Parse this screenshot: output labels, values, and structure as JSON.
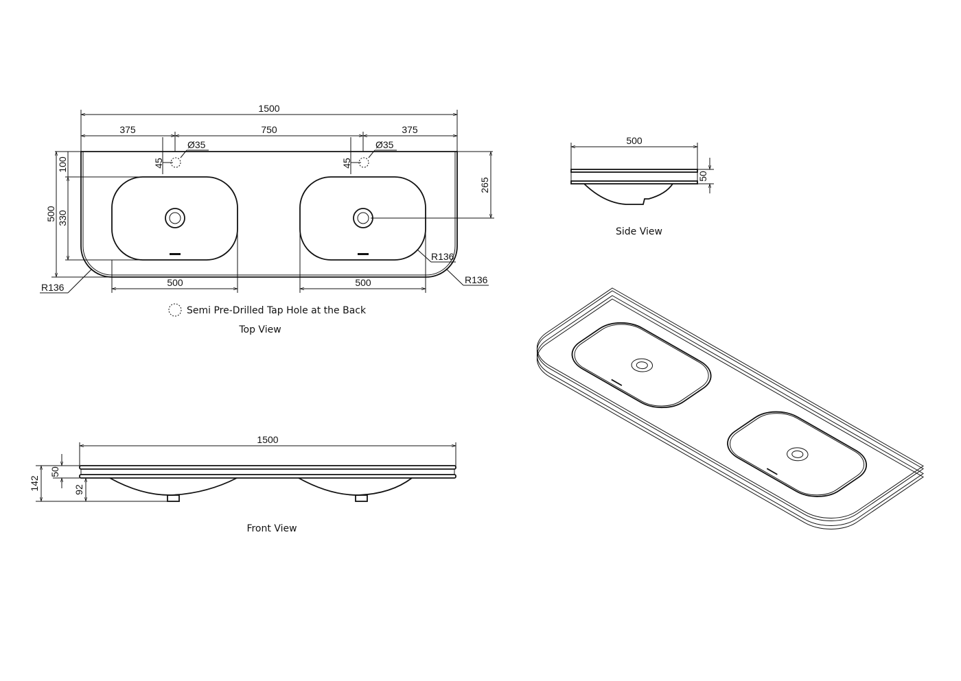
{
  "top_view": {
    "title": "Top View",
    "overall_width": "1500",
    "left_offset": "375",
    "center_spacing": "750",
    "right_offset": "375",
    "tap_hole_left_dia": "Ø35",
    "tap_hole_right_dia": "Ø35",
    "tap_hole_left_offset": "45",
    "tap_hole_right_offset": "45",
    "basin_back_offset": "100",
    "overall_depth": "500",
    "basin_depth": "330",
    "drain_from_back": "265",
    "radius_basin": "R136",
    "radius_left": "R136",
    "radius_right": "R136",
    "basin_left_width": "500",
    "basin_right_width": "500",
    "legend": "Semi Pre-Drilled Tap Hole at the Back"
  },
  "side_view": {
    "title": "Side View",
    "depth": "500",
    "thickness": "50"
  },
  "front_view": {
    "title": "Front View",
    "width": "1500",
    "total_height": "142",
    "thickness": "50",
    "bowl_height": "92"
  }
}
